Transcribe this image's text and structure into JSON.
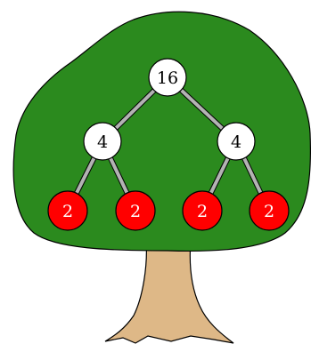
{
  "colors": {
    "canopy": "#2b8a1e",
    "trunk": "#deb887",
    "edge": "#b3b3b3",
    "inner_node": "#ffffff",
    "leaf_node": "#ff0000",
    "outline": "#000000"
  },
  "tree": {
    "root": {
      "label": "16"
    },
    "children": [
      {
        "label": "4",
        "leaves": [
          {
            "label": "2"
          },
          {
            "label": "2"
          }
        ]
      },
      {
        "label": "4",
        "leaves": [
          {
            "label": "2"
          },
          {
            "label": "2"
          }
        ]
      }
    ]
  }
}
